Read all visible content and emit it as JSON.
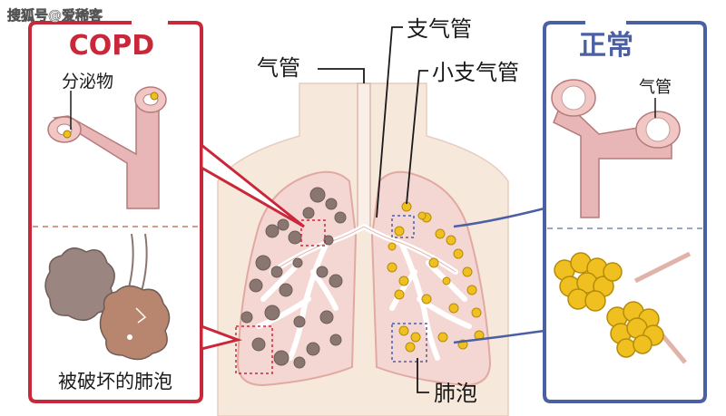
{
  "watermark": "搜狐号@爱稀客",
  "copd_panel": {
    "title": "COPD",
    "secretion_label": "分泌物",
    "damaged_alveoli_label": "被破坏的肺泡"
  },
  "normal_panel": {
    "title": "正常",
    "trachea_label": "气管"
  },
  "center": {
    "trachea_label": "气管",
    "bronchus_label": "支气管",
    "bronchiole_label": "小支气管",
    "alveoli_label": "肺泡"
  },
  "colors": {
    "copd_accent": "#c8283a",
    "normal_accent": "#4b5fa3",
    "lung_fill": "#f4d7d2",
    "body_fill": "#f7e8dc",
    "airway_fill": "#e8b6b6",
    "healthy_alveoli": "#f0c020",
    "damaged_alveoli": "#8a7670"
  }
}
